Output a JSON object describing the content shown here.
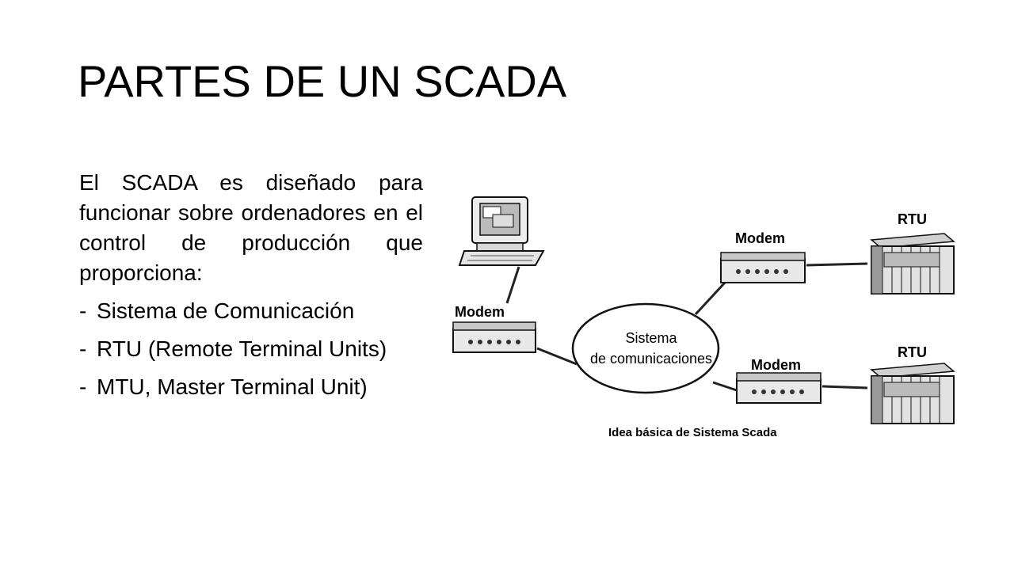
{
  "slide": {
    "title": "PARTES DE UN SCADA",
    "intro": "El SCADA es diseñado para funcionar sobre ordenadores en el control de producción que proporciona:",
    "bullets": [
      "Sistema de Comunicación",
      "RTU (Remote Terminal Units)",
      "MTU, Master Terminal Unit)"
    ]
  },
  "diagram": {
    "modem_left": "Modem",
    "modem_top": "Modem",
    "modem_bottom": "Modem",
    "network_line1": "Sistema",
    "network_line2": "de comunicaciones",
    "rtu_top": "RTU",
    "rtu_bottom": "RTU",
    "caption": "Idea básica de Sistema Scada"
  },
  "colors": {
    "text": "#000000",
    "device_fill": "#e6e6e6",
    "device_shade": "#9a9a9a"
  }
}
